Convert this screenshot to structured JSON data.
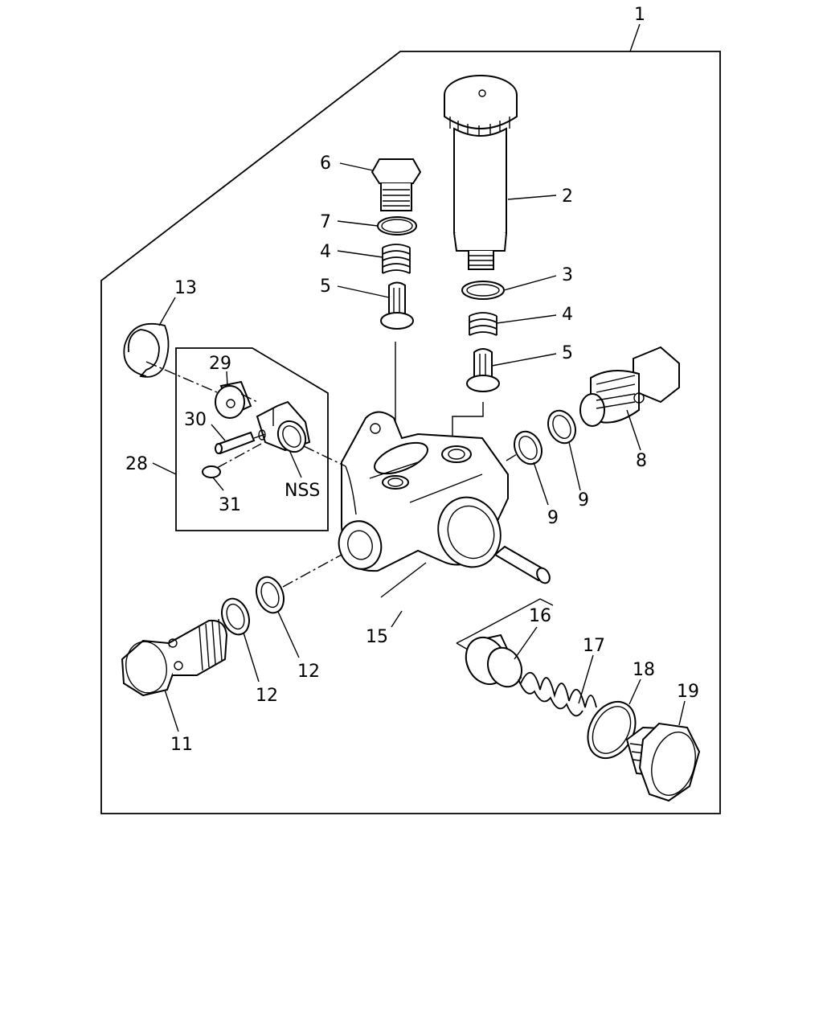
{
  "labels": {
    "l1": "1",
    "l2": "2",
    "l3": "3",
    "l4a": "4",
    "l4b": "4",
    "l5a": "5",
    "l5b": "5",
    "l6": "6",
    "l7": "7",
    "l8": "8",
    "l9a": "9",
    "l9b": "9",
    "l11": "11",
    "l12a": "12",
    "l12b": "12",
    "l13": "13",
    "l15": "15",
    "l16": "16",
    "l17": "17",
    "l18": "18",
    "l19": "19",
    "l28": "28",
    "l29": "29",
    "l30": "30",
    "l31": "31",
    "nss": "NSS"
  }
}
